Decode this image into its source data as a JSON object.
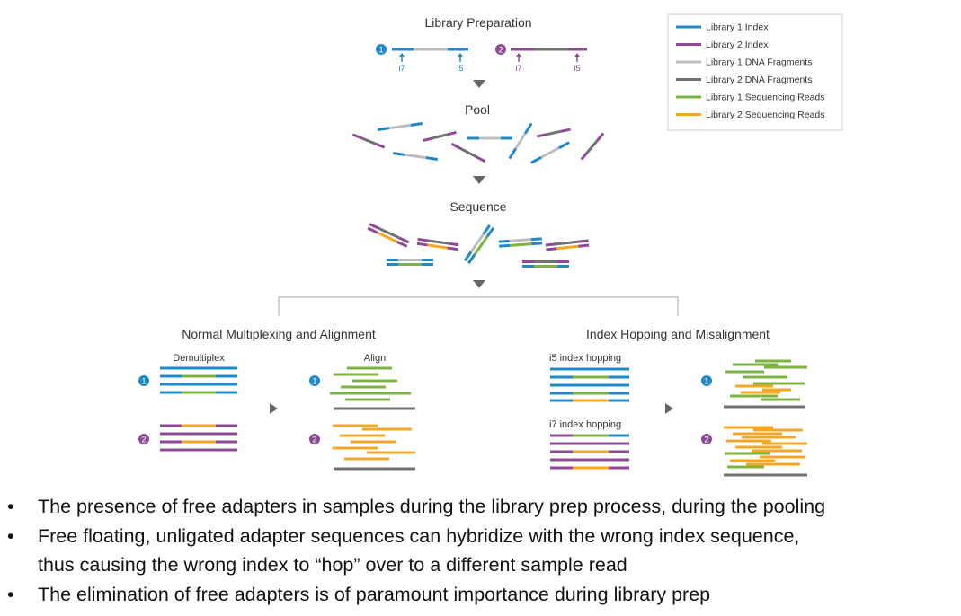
{
  "diagram": {
    "titles": {
      "library_preparation": "Library Preparation",
      "pool": "Pool",
      "sequence": "Sequence",
      "normal": "Normal Multiplexing and Alignment",
      "hopping": "Index Hopping and Misalignment"
    },
    "sub_labels": {
      "demultiplex": "Demultiplex",
      "align": "Align",
      "i5_hopping": "i5 index hopping",
      "i7_hopping": "i7 index hopping"
    },
    "index_labels": {
      "i7": "i7",
      "i5": "i5"
    },
    "badges": {
      "one": "1",
      "two": "2"
    },
    "legend": [
      {
        "label": "Library 1 Index",
        "color": "#1e88c8"
      },
      {
        "label": "Library 2 Index",
        "color": "#8e4a96"
      },
      {
        "label": "Library 1 DNA Fragments",
        "color": "#bdbdbd"
      },
      {
        "label": "Library 2 DNA Fragments",
        "color": "#707070"
      },
      {
        "label": "Library 1 Sequencing Reads",
        "color": "#7cb342"
      },
      {
        "label": "Library 2 Sequencing Reads",
        "color": "#f5a623"
      }
    ],
    "colors": {
      "lib1_index": "#1e88c8",
      "lib2_index": "#8e4a96",
      "lib1_fragment": "#bdbdbd",
      "lib2_fragment": "#707070",
      "lib1_read": "#7cb342",
      "lib2_read": "#f5a623",
      "arrow": "#666666"
    }
  },
  "bullets": [
    {
      "marker": "•",
      "text": "The presence of free adapters in samples during the library prep process, during the pooling"
    },
    {
      "marker": "•",
      "text": "Free floating, unligated adapter sequences can hybridize with the wrong index sequence,"
    },
    {
      "marker": "",
      "text": "thus causing the wrong index to “hop” over to a different sample read"
    },
    {
      "marker": "•",
      "text": "The elimination of free adapters is of paramount importance during library prep"
    }
  ]
}
